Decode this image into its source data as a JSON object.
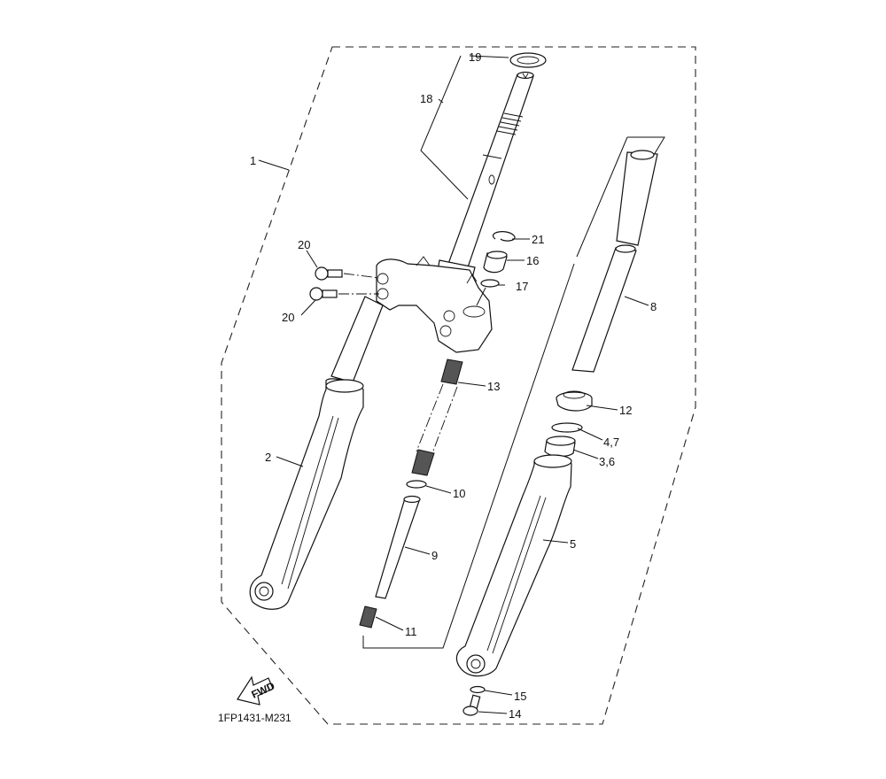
{
  "diagram": {
    "title_code": "1FP1431-M231",
    "fwd_label": "FWD",
    "callouts": [
      {
        "id": "c1",
        "text": "1"
      },
      {
        "id": "c2",
        "text": "2"
      },
      {
        "id": "c36",
        "text": "3,6"
      },
      {
        "id": "c47",
        "text": "4,7"
      },
      {
        "id": "c5",
        "text": "5"
      },
      {
        "id": "c8",
        "text": "8"
      },
      {
        "id": "c9",
        "text": "9"
      },
      {
        "id": "c10",
        "text": "10"
      },
      {
        "id": "c11",
        "text": "11"
      },
      {
        "id": "c12",
        "text": "12"
      },
      {
        "id": "c13",
        "text": "13"
      },
      {
        "id": "c14",
        "text": "14"
      },
      {
        "id": "c15",
        "text": "15"
      },
      {
        "id": "c16",
        "text": "16"
      },
      {
        "id": "c17",
        "text": "17"
      },
      {
        "id": "c18",
        "text": "18"
      },
      {
        "id": "c19",
        "text": "19"
      },
      {
        "id": "c20a",
        "text": "20"
      },
      {
        "id": "c20b",
        "text": "20"
      },
      {
        "id": "c21",
        "text": "21"
      }
    ]
  }
}
